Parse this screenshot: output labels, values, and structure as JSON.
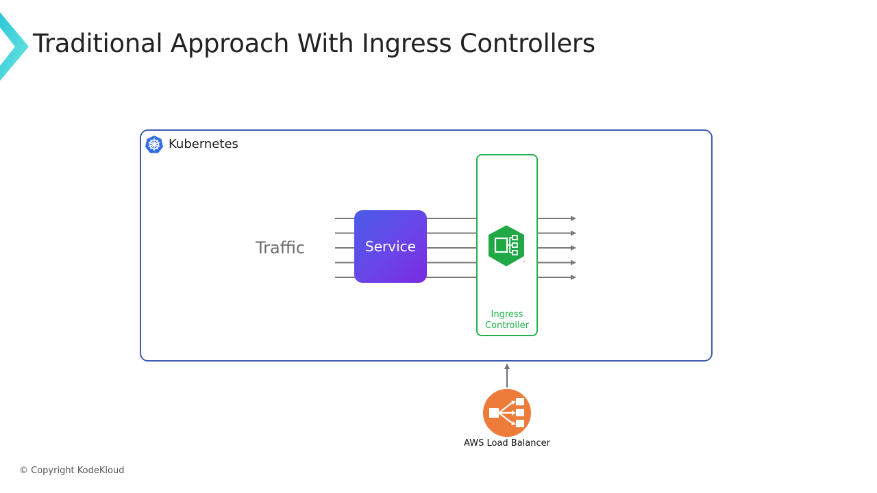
{
  "slide": {
    "title": "Traditional Approach With Ingress Controllers",
    "copyright": "© Copyright KodeKloud"
  },
  "diagram": {
    "cluster": {
      "label": "Kubernetes",
      "icon": "kubernetes-helm-icon",
      "border_color": "#3d5bb5"
    },
    "traffic_label": "Traffic",
    "service": {
      "label": "Service",
      "gradient": [
        "#4a5ce8",
        "#7a2ae0"
      ]
    },
    "ingress_controller": {
      "label_line1": "Ingress",
      "label_line2": "Controller",
      "icon": "nginx-ingress-hexagon-icon",
      "color": "#22b24c"
    },
    "load_balancer": {
      "label": "AWS Load Balancer",
      "icon": "aws-elb-icon",
      "color": "#ed7b39"
    },
    "traffic_lines_count": 5,
    "output_arrows_count": 5,
    "line_color": "#7a7a7a"
  }
}
